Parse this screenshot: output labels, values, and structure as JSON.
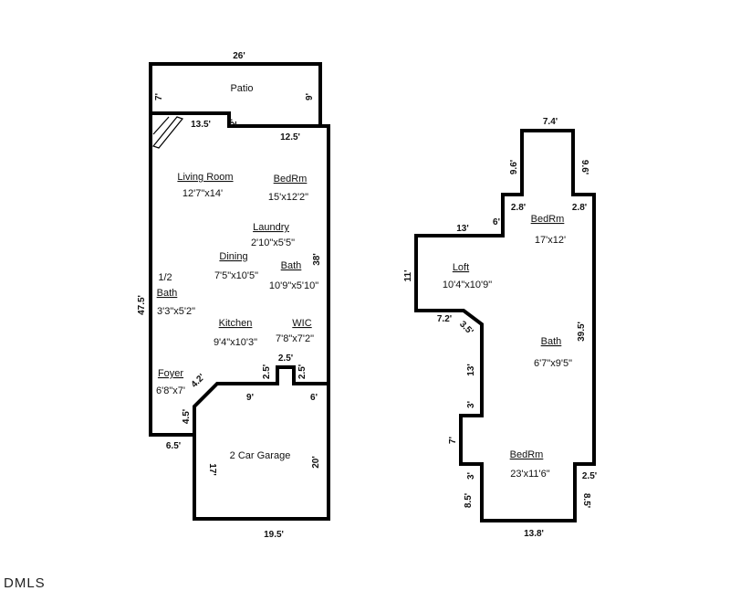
{
  "plans": [
    {
      "labels": [
        {
          "text": "Patio",
          "kind": "plain"
        },
        {
          "text": "Living Room",
          "kind": "room"
        },
        {
          "text": "12'7\"x14'",
          "kind": "plain"
        },
        {
          "text": "BedRm",
          "kind": "room"
        },
        {
          "text": "15'x12'2\"",
          "kind": "plain"
        },
        {
          "text": "Laundry",
          "kind": "room"
        },
        {
          "text": "2'10\"x5'5\"",
          "kind": "plain"
        },
        {
          "text": "Dining",
          "kind": "room"
        },
        {
          "text": "7'5\"x10'5\"",
          "kind": "plain"
        },
        {
          "text": "Bath",
          "kind": "room"
        },
        {
          "text": "10'9\"x5'10\"",
          "kind": "plain"
        },
        {
          "text": "1/2",
          "kind": "plain"
        },
        {
          "text": "Bath",
          "kind": "room"
        },
        {
          "text": "3'3\"x5'2\"",
          "kind": "plain"
        },
        {
          "text": "Kitchen",
          "kind": "room"
        },
        {
          "text": "9'4\"x10'3\"",
          "kind": "plain"
        },
        {
          "text": "WIC",
          "kind": "room"
        },
        {
          "text": "7'8\"x7'2\"",
          "kind": "plain"
        },
        {
          "text": "Foyer",
          "kind": "room"
        },
        {
          "text": "6'8\"x7'",
          "kind": "plain"
        },
        {
          "text": "2 Car Garage",
          "kind": "plain"
        }
      ],
      "dimensions": [
        "26'",
        "7'",
        "9'",
        "13.5'",
        "2'",
        "12.5'",
        "38'",
        "47.5'",
        "2.5'",
        "2.5'",
        "2.5'",
        "4.2'",
        "9'",
        "6'",
        "4.5'",
        "6.5'",
        "17'",
        "20'",
        "19.5'"
      ]
    },
    {
      "labels": [
        {
          "text": "BedRm",
          "kind": "room"
        },
        {
          "text": "17'x12'",
          "kind": "plain"
        },
        {
          "text": "Loft",
          "kind": "room"
        },
        {
          "text": "10'4\"x10'9\"",
          "kind": "plain"
        },
        {
          "text": "Bath",
          "kind": "room"
        },
        {
          "text": "6'7\"x9'5\"",
          "kind": "plain"
        },
        {
          "text": "BedRm",
          "kind": "room"
        },
        {
          "text": "23'x11'6\"",
          "kind": "plain"
        }
      ],
      "dimensions": [
        "7.4'",
        "9.6'",
        "9.6'",
        "2.8'",
        "2.8'",
        "6'",
        "13'",
        "11'",
        "7.2'",
        "3.5'",
        "39.5'",
        "13'",
        "3'",
        "7'",
        "3'",
        "2.5'",
        "8.5'",
        "8.5'",
        "13.8'"
      ]
    }
  ],
  "brand": "DMLS"
}
